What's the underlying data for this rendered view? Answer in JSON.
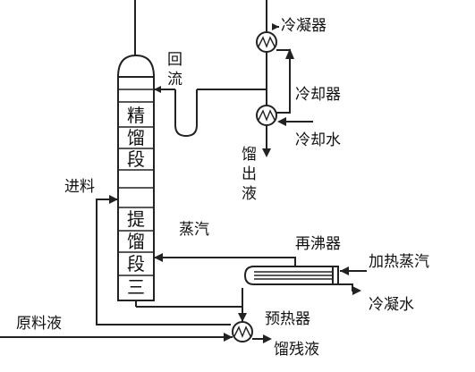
{
  "column": {
    "rectifying_chars": [
      "精",
      "馏",
      "段"
    ],
    "stripping_chars": [
      "提",
      "馏",
      "段"
    ],
    "bottom_mark": "三"
  },
  "labels": {
    "condenser": "冷凝器",
    "reflux_line1": "回",
    "reflux_line2": "流",
    "cooler": "冷却器",
    "cooling_water": "冷却水",
    "distillate_line1": "馏",
    "distillate_line2": "出",
    "distillate_line3": "液",
    "feed": "进料",
    "vapor": "蒸汽",
    "reboiler": "再沸器",
    "heating_steam": "加热蒸汽",
    "condensate": "冷凝水",
    "raw_liquid": "原料液",
    "preheater": "预热器",
    "residue": "馏残液"
  }
}
